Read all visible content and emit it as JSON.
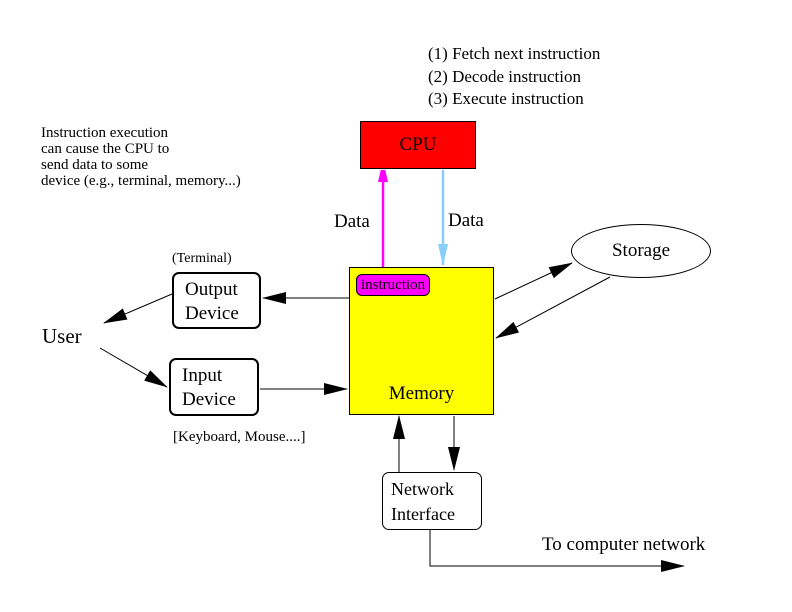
{
  "cycle_steps": [
    "(1) Fetch next instruction",
    "(2) Decode instruction",
    "(3) Execute instruction"
  ],
  "note_lines": [
    "Instruction execution",
    "can cause the CPU to",
    "send data to some",
    "device (e.g., terminal, memory...)"
  ],
  "cpu": {
    "label": "CPU",
    "color": "#ff0000"
  },
  "memory": {
    "label": "Memory",
    "color": "#ffff00",
    "instruction_label": "instruction",
    "instruction_color": "#ff00ff"
  },
  "data_labels": {
    "up": "Data",
    "down": "Data",
    "up_color": "#ff00ff",
    "down_color": "#87cefa"
  },
  "output_device": {
    "line1": "Output",
    "line2": "Device",
    "caption": "(Terminal)"
  },
  "input_device": {
    "line1": "Input",
    "line2": "Device",
    "caption": "[Keyboard, Mouse....]"
  },
  "user_label": "User",
  "storage_label": "Storage",
  "network_interface": {
    "line1": "Network",
    "line2": "Interface"
  },
  "network_label": "To computer network"
}
